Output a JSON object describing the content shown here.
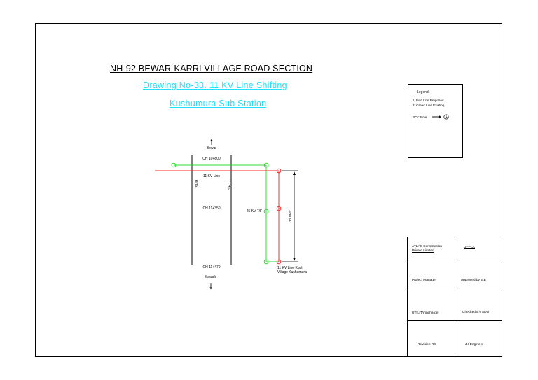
{
  "title": "NH-92 BEWAR-KARRI VILLAGE ROAD SECTION",
  "subtitle1": "Drawing No-33. 11 KV Line Shifting",
  "subtitle2": "Kushumura Sub Station",
  "diagram": {
    "north_label": "Bewar",
    "south_label": "Etawah",
    "ch_top": "CH 10+800",
    "ch_mid": "CH 11+350",
    "ch_bottom": "CH 11+470",
    "line_label": "11 KV Line",
    "rhs_label": "RHS",
    "lhs_label": "LHS",
    "transformer_label": "25 KV T/F",
    "distance_label": "330 Mtr",
    "end_label_1": "11 KV Line Kudi",
    "end_label_2": "Village Kushumura",
    "colors": {
      "proposed": "#ff2a2a",
      "existing": "#33dd33",
      "accent": "#22e0ff"
    }
  },
  "legend": {
    "heading": "Legend",
    "item1": "1. Red Line Proposed",
    "item2": "2. Green Line Existing",
    "pole": "PCC Pole"
  },
  "title_block": {
    "company1": "ATLAS Construction",
    "company2": "Private Limited",
    "client": "UPPCL",
    "row1_left": "Project Manager",
    "row1_right": "Approved by E.E",
    "row2_left": "UTILITY incharge",
    "row2_right": "Checked BY SDO",
    "row3_left": "Revision R0",
    "row3_right": "J.r Engineer"
  }
}
